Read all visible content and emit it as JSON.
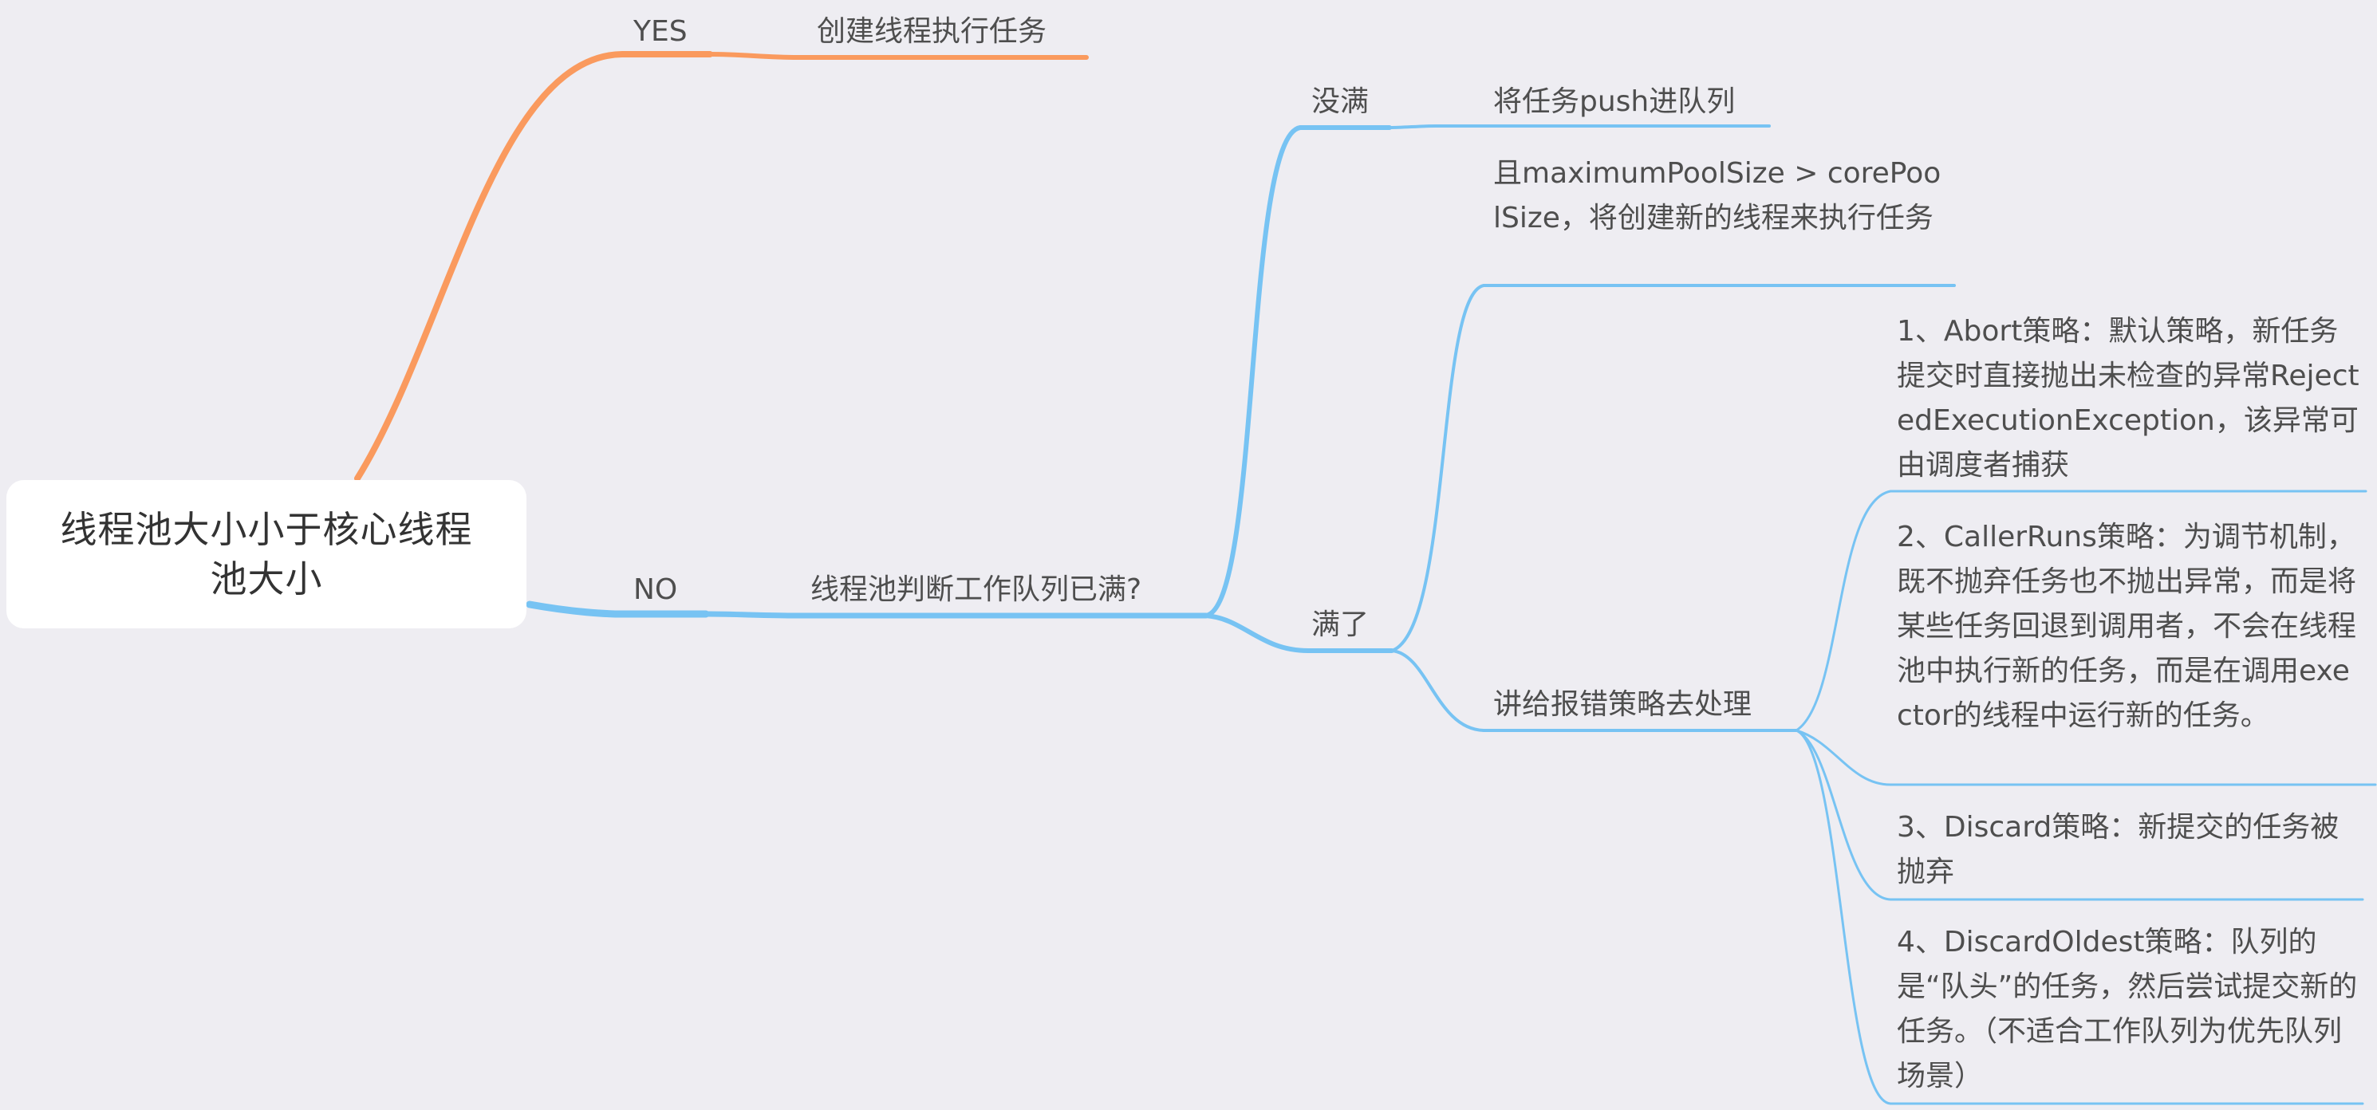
{
  "colors": {
    "background": "#eeedf2",
    "yes_branch": "#fa9a5e",
    "no_branch": "#77c3f3",
    "text": "#4e4e4e",
    "root_box": "#ffffff"
  },
  "root": {
    "label": "线程池大小小于核心线程池大小"
  },
  "yes": {
    "condition": "YES",
    "action": "创建线程执行任务"
  },
  "no": {
    "condition": "NO",
    "question": "线程池判断工作队列已满?",
    "not_full": {
      "label": "没满",
      "action": "将任务push进队列"
    },
    "full": {
      "label": "满了",
      "create_thread": "且maximumPoolSize > corePoolSize，将创建新的线程来执行任务",
      "reject": {
        "label": "讲给报错策略去处理",
        "policies": [
          "1、Abort策略：默认策略，新任务提交时直接抛出未检查的异常RejectedExecutionException，该异常可由调度者捕获",
          "2、CallerRuns策略：为调节机制，既不抛弃任务也不抛出异常，而是将某些任务回退到调用者，不会在线程池中执行新的任务，而是在调用exector的线程中运行新的任务。",
          "3、Discard策略：新提交的任务被抛弃",
          "4、DiscardOldest策略：队列的是“队头”的任务，然后尝试提交新的任务。（不适合工作队列为优先队列场景）"
        ]
      }
    }
  }
}
